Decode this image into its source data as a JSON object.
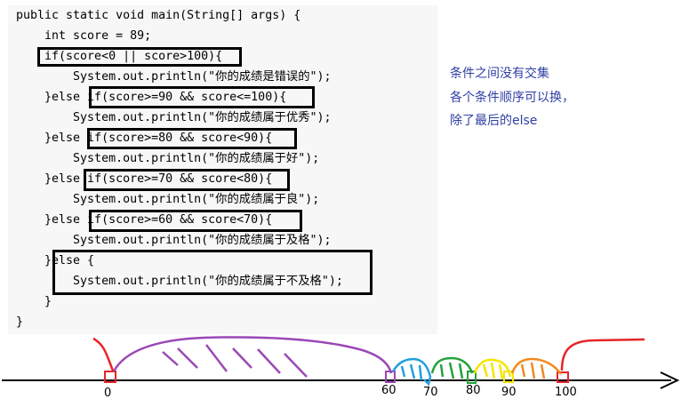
{
  "code": {
    "lines": [
      "public static void main(String[] args) {",
      "    int score = 89;",
      "    if(score<0 || score>100){",
      "        System.out.println(\"你的成绩是错误的\");",
      "    }else if(score>=90 && score<=100){",
      "        System.out.println(\"你的成绩属于优秀\");",
      "    }else if(score>=80 && score<90){",
      "        System.out.println(\"你的成绩属于好\");",
      "    }else if(score>=70 && score<80){",
      "        System.out.println(\"你的成绩属于良\");",
      "    }else if(score>=60 && score<70){",
      "        System.out.println(\"你的成绩属于及格\");",
      "    }else {",
      "        System.out.println(\"你的成绩属于不及格\");",
      "    }",
      "}"
    ]
  },
  "notes": {
    "line1": "条件之间没有交集",
    "line2": "各个条件顺序可以换，",
    "line3": "除了最后的else"
  },
  "number_line": {
    "ticks": [
      "0",
      "60",
      "70",
      "80",
      "90",
      "100"
    ]
  },
  "colors": {
    "red": "#e52528",
    "orange": "#f28a1f",
    "yellow": "#f5e600",
    "green": "#22a33a",
    "blue": "#1fa0e0",
    "purple": "#9b48b5"
  }
}
